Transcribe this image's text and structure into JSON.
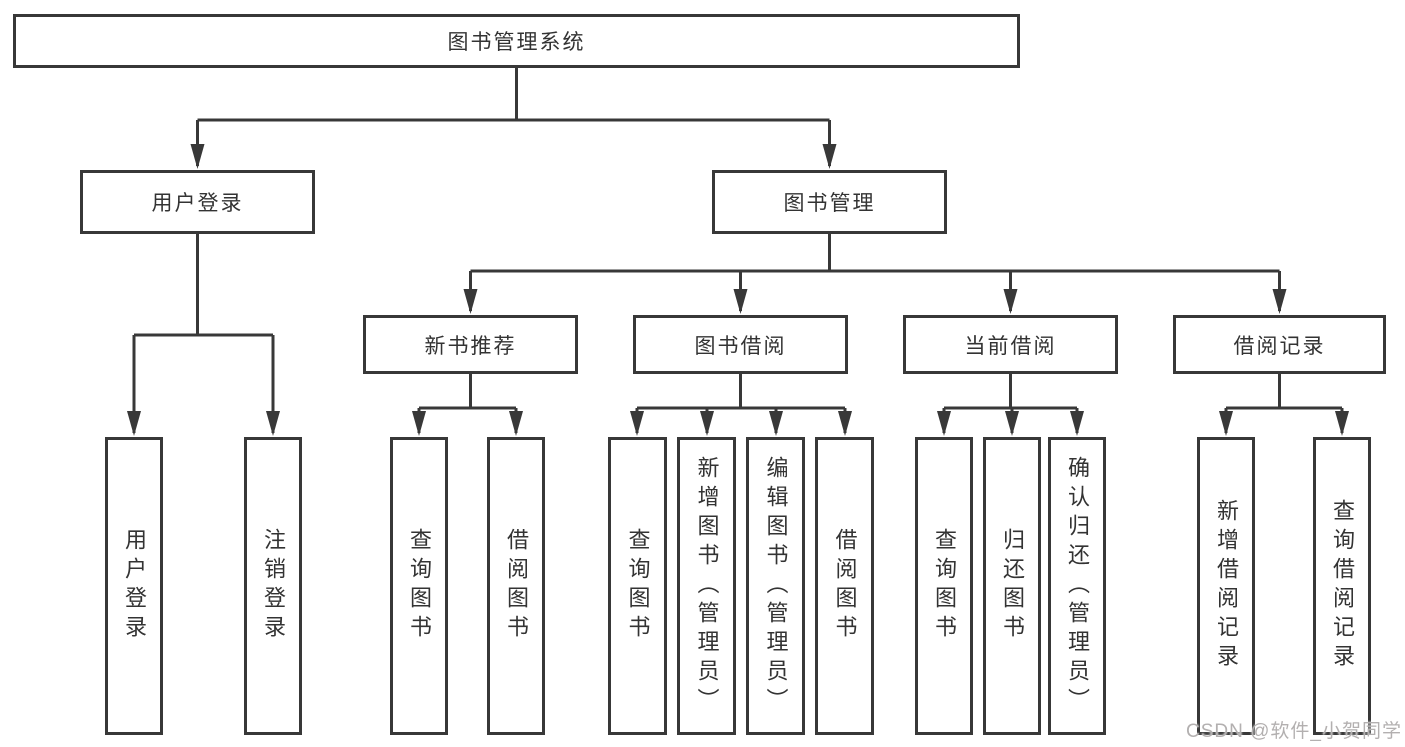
{
  "diagram": {
    "tree": {
      "label": "图书管理系统",
      "children": [
        {
          "label": "用户登录",
          "children": [
            {
              "label": "用户登录"
            },
            {
              "label": "注销登录"
            }
          ]
        },
        {
          "label": "图书管理",
          "children": [
            {
              "label": "新书推荐",
              "children": [
                {
                  "label": "查询图书"
                },
                {
                  "label": "借阅图书"
                }
              ]
            },
            {
              "label": "图书借阅",
              "children": [
                {
                  "label": "查询图书"
                },
                {
                  "label": "新增图书（管理员）"
                },
                {
                  "label": "编辑图书（管理员）"
                },
                {
                  "label": "借阅图书"
                }
              ]
            },
            {
              "label": "当前借阅",
              "children": [
                {
                  "label": "查询图书"
                },
                {
                  "label": "归还图书"
                },
                {
                  "label": "确认归还（管理员）"
                }
              ]
            },
            {
              "label": "借阅记录",
              "children": [
                {
                  "label": "新增借阅记录"
                },
                {
                  "label": "查询借阅记录"
                }
              ]
            }
          ]
        }
      ]
    },
    "colors": {
      "line": "#383838",
      "box_border": "#383838",
      "text": "#333333",
      "background": "#ffffff",
      "watermark": "#b3b0b0"
    }
  },
  "watermark": "CSDN @软件_小贺同学"
}
